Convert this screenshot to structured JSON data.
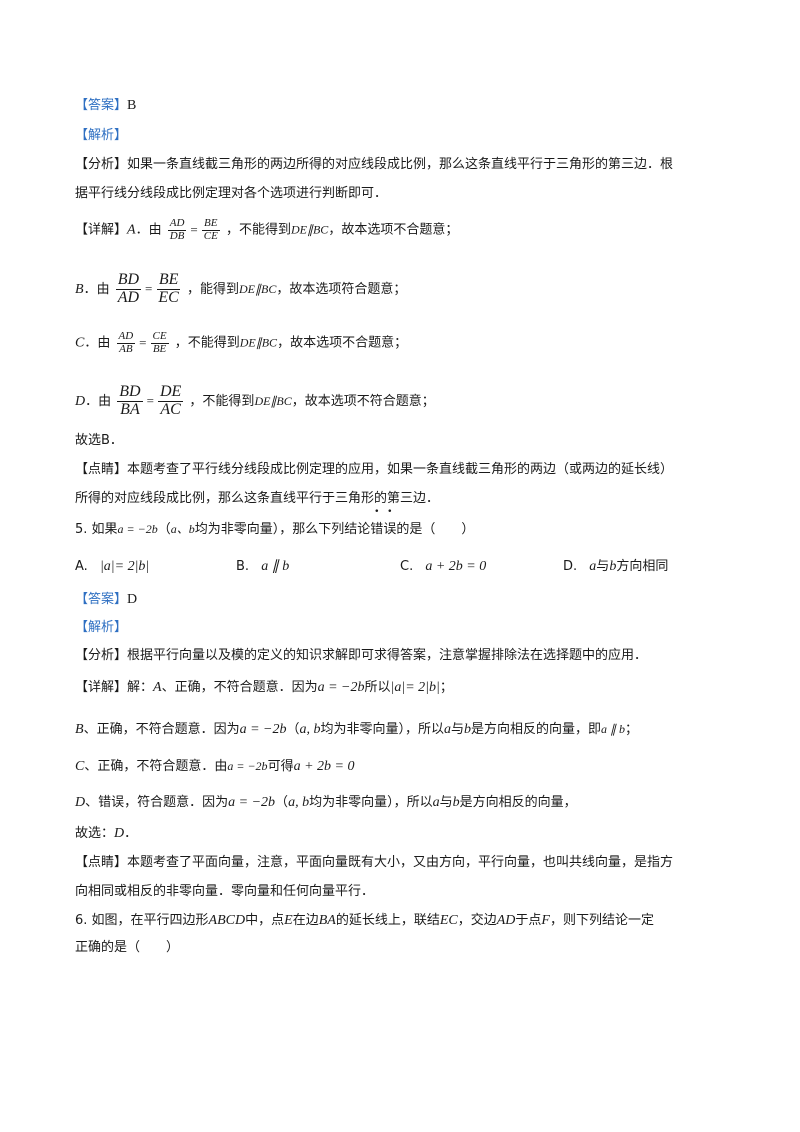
{
  "q4": {
    "answer_tag": "【答案】",
    "answer_value": "B",
    "analysis_tag": "【解析】",
    "fenxi_tag": "【分析】",
    "fenxi_line1": "如果一条直线截三角形的两边所得的对应线段成比例，那么这条直线平行于三角形的第三边．根",
    "fenxi_line2": "据平行线分线段成比例定理对各个选项进行判断即可．",
    "detail_tag": "【详解】",
    "a_prefix": "A",
    "a_you": "．由",
    "a_frac1_num": "AD",
    "a_frac1_den": "DB",
    "a_frac2_num": "BE",
    "a_frac2_den": "CE",
    "a_mid": "，不能得到",
    "a_parallel": "DE∥BC",
    "a_tail": "，故本选项不合题意；",
    "b_prefix": "B",
    "b_you": "．由",
    "b_frac1_num": "BD",
    "b_frac1_den": "AD",
    "b_frac2_num": "BE",
    "b_frac2_den": "EC",
    "b_mid": "，能得到",
    "b_parallel": "DE∥BC",
    "b_tail": "，故本选项符合题意；",
    "c_prefix": "C",
    "c_you": "．由",
    "c_frac1_num": "AD",
    "c_frac1_den": "AB",
    "c_frac2_num": "CE",
    "c_frac2_den": "BE",
    "c_mid": "，不能得到",
    "c_parallel": "DE∥BC",
    "c_tail": "，故本选项不合题意；",
    "d_prefix": "D",
    "d_you": "．由",
    "d_frac1_num": "BD",
    "d_frac1_den": "BA",
    "d_frac2_num": "DE",
    "d_frac2_den": "AC",
    "d_mid": "，不能得到",
    "d_parallel": "DE∥BC",
    "d_tail": "，故本选项不符合题意；",
    "choice_line": "故选B．",
    "dianjing_tag": "【点睛】",
    "dianjing_line1": "本题考查了平行线分线段成比例定理的应用，如果一条直线截三角形的两边（或两边的延长线）",
    "dianjing_line2": "所得的对应线段成比例，那么这条直线平行于三角形的第三边．"
  },
  "q5": {
    "number": "5. 如果",
    "cond": "a = −2b",
    "paren": "（",
    "vars": "a、b",
    "paren_text": "均为非零向量），那么下列结论",
    "emph1": "错",
    "emph2": "误",
    "tail": "的是（　　）",
    "options": [
      {
        "label": "A.",
        "text": "|a|= 2|b|"
      },
      {
        "label": "B.",
        "text": "a ∥ b"
      },
      {
        "label": "C.",
        "text": "a + 2b = 0"
      },
      {
        "label": "D.",
        "text_var_a": "a",
        "text_mid": "与",
        "text_var_b": "b",
        "text_tail": "方向相同"
      }
    ],
    "answer_tag": "【答案】",
    "answer_value": "D",
    "analysis_tag": "【解析】",
    "fenxi_tag": "【分析】",
    "fenxi_text": "根据平行向量以及模的定义的知识求解即可求得答案，注意掌握排除法在选择题中的应用．",
    "detail_tag": "【详解】",
    "detail_a_1": "解：",
    "detail_a_var": "A",
    "detail_a_2": "、正确，不符合题意．因为",
    "detail_a_eq": "a = −2b",
    "detail_a_3": "所以",
    "detail_a_mod": "|a|= 2|b|",
    "detail_a_4": "；",
    "detail_b_var": "B",
    "detail_b_1": "、正确，不符合题意．因为",
    "detail_b_eq": "a = −2b",
    "detail_b_2": "（",
    "detail_b_vars": "a, b",
    "detail_b_3": "均为非零向量），所以",
    "detail_b_a": "a",
    "detail_b_4": "与",
    "detail_b_b": "b",
    "detail_b_5": "是方向相反的向量，即",
    "detail_b_par": "a ∥ b",
    "detail_b_6": "；",
    "detail_c_var": "C",
    "detail_c_1": "、正确，不符合题意．由",
    "detail_c_eq": "a = −2b",
    "detail_c_2": "可得",
    "detail_c_res": "a + 2b = 0",
    "detail_d_var": "D",
    "detail_d_1": "、错误，符合题意．因为",
    "detail_d_eq": "a = −2b",
    "detail_d_2": "（",
    "detail_d_vars": "a, b",
    "detail_d_3": "均为非零向量），所以",
    "detail_d_a": "a",
    "detail_d_4": "与",
    "detail_d_b": "b",
    "detail_d_5": "是方向相反的向量，",
    "choice_1": "故选：",
    "choice_var": "D",
    "choice_2": "．",
    "dianjing_tag": "【点睛】",
    "dianjing_line1": "本题考查了平面向量，注意，平面向量既有大小，又由方向，平行向量，也叫共线向量，是指方",
    "dianjing_line2": "向相同或相反的非零向量．零向量和任何向量平行．"
  },
  "q6": {
    "line1_a": "6. 如图，在平行四边形",
    "abcd": "ABCD",
    "line1_b": "中，点",
    "e": "E",
    "line1_c": "在边",
    "ba": "BA",
    "line1_d": "的延长线上，联结",
    "ec": "EC",
    "line1_e": "，交边",
    "ad": "AD",
    "line1_f": "于点",
    "f": "F",
    "line1_g": "，则下列结论一定",
    "line2": "正确的是（　　）"
  },
  "colors": {
    "tag": "#2e6fc2",
    "text": "#1a1a1a"
  }
}
